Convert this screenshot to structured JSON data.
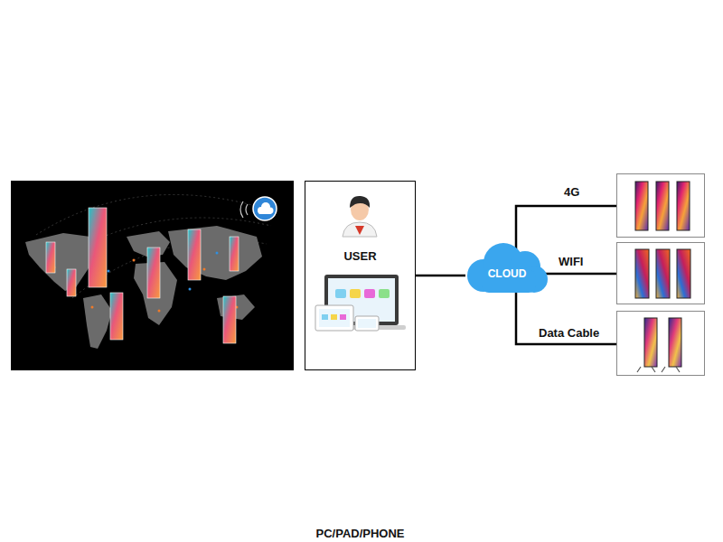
{
  "diagram": {
    "nodes": [
      {
        "text": [
          "USER",
          "PC/PAD/PHONE"
        ]
      },
      {
        "text": [
          "CLOUD"
        ]
      }
    ],
    "edges": [
      {
        "from": 0,
        "to": 1,
        "arrow": "none"
      }
    ],
    "labels": [
      "4G",
      "WIFI",
      "Data Cable"
    ]
  }
}
